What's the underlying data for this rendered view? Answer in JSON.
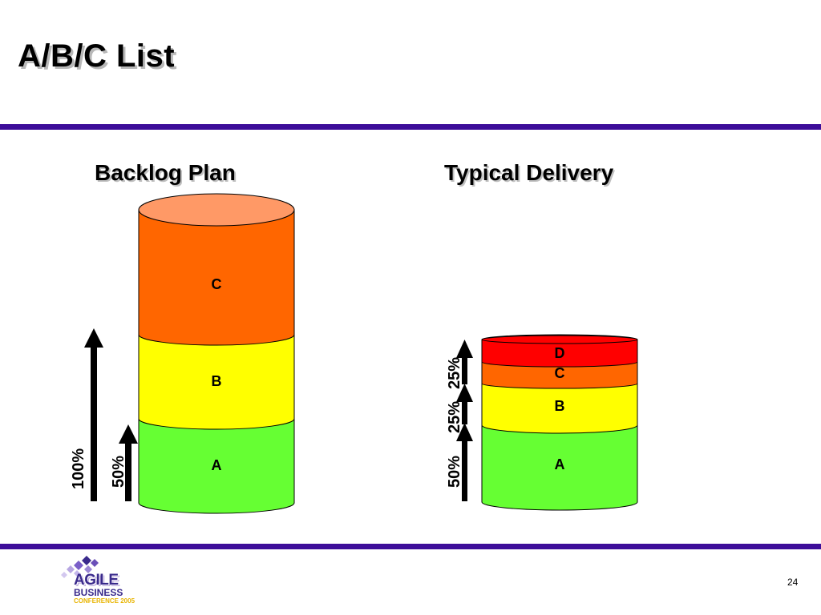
{
  "slide": {
    "title": "A/B/C List",
    "page_number": "24"
  },
  "colors": {
    "rule": "#3d0d99",
    "a": "#66ff33",
    "b": "#ffff00",
    "c": "#ff6600",
    "c_top": "#ff9966",
    "d": "#ff0000"
  },
  "backlog_plan": {
    "heading": "Backlog Plan",
    "segments": [
      {
        "label": "A",
        "color": "#66ff33"
      },
      {
        "label": "B",
        "color": "#ffff00"
      },
      {
        "label": "C",
        "color": "#ff6600"
      }
    ],
    "arrows": [
      {
        "label": "100%"
      },
      {
        "label": "50%"
      }
    ]
  },
  "typical_delivery": {
    "heading": "Typical Delivery",
    "segments": [
      {
        "label": "A",
        "color": "#66ff33"
      },
      {
        "label": "B",
        "color": "#ffff00"
      },
      {
        "label": "C",
        "color": "#ff6600"
      },
      {
        "label": "D",
        "color": "#ff0000"
      }
    ],
    "arrows": [
      {
        "label": "50%"
      },
      {
        "label": "25%"
      },
      {
        "label": "25%"
      }
    ]
  },
  "logo": {
    "line1": "AGILE",
    "line2": "BUSINESS",
    "line3": "CONFERENCE 2005",
    "icon": "diamond-cluster-icon"
  }
}
